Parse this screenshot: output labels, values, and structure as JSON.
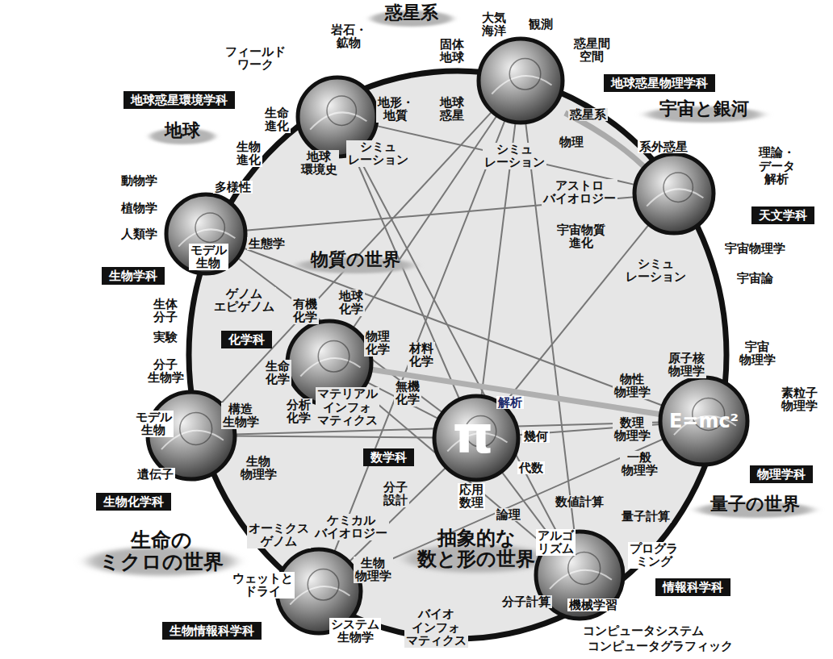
{
  "diagram": {
    "nodes": [
      {
        "text": [
          "惑星系"
        ]
      },
      {
        "text": [
          "地球惑星環境学科"
        ]
      },
      {
        "text": [
          "地球惑星物理学科"
        ]
      },
      {
        "text": [
          "宇宙と銀河"
        ]
      },
      {
        "text": [
          "地球"
        ]
      },
      {
        "text": [
          "天文学科"
        ]
      },
      {
        "text": [
          "生物学科"
        ]
      },
      {
        "text": [
          "物質の世界"
        ]
      },
      {
        "text": [
          "化学科"
        ]
      },
      {
        "text": [
          "物理学科",
          "E=mc²"
        ]
      },
      {
        "text": [
          "生物化学科"
        ]
      },
      {
        "text": [
          "数学科",
          "π",
          "解析",
          "幾何",
          "代数",
          "応用 数理"
        ]
      },
      {
        "text": [
          "量子の世界"
        ]
      },
      {
        "text": [
          "生命の ミクロの世界"
        ]
      },
      {
        "text": [
          "抽象的な 数と形の世界"
        ]
      },
      {
        "text": [
          "生物情報科学科"
        ]
      },
      {
        "text": [
          "情報科学科"
        ]
      }
    ],
    "edges": [
      {
        "from": 1,
        "to": 11,
        "arrow": "none"
      },
      {
        "from": 2,
        "to": 11,
        "arrow": "none"
      },
      {
        "from": 5,
        "to": 11,
        "arrow": "none"
      },
      {
        "from": 6,
        "to": 11,
        "arrow": "none"
      },
      {
        "from": 8,
        "to": 11,
        "arrow": "none"
      },
      {
        "from": 9,
        "to": 11,
        "arrow": "none"
      },
      {
        "from": 10,
        "to": 11,
        "arrow": "none"
      },
      {
        "from": 15,
        "to": 11,
        "arrow": "none"
      },
      {
        "from": 16,
        "to": 11,
        "arrow": "none"
      },
      {
        "from": 1,
        "to": 16,
        "arrow": "none"
      },
      {
        "from": 2,
        "to": 15,
        "arrow": "none"
      },
      {
        "from": 2,
        "to": 16,
        "arrow": "none"
      },
      {
        "from": 2,
        "to": 8,
        "arrow": "none"
      },
      {
        "from": 6,
        "to": 5,
        "arrow": "none"
      },
      {
        "from": 6,
        "to": 9,
        "arrow": "none"
      },
      {
        "from": 8,
        "to": 9,
        "arrow": "none"
      },
      {
        "from": 10,
        "to": 9,
        "arrow": "none"
      },
      {
        "from": 8,
        "to": 16,
        "arrow": "none"
      },
      {
        "from": 15,
        "to": 9,
        "arrow": "none"
      },
      {
        "from": 1,
        "to": 5,
        "arrow": "none"
      },
      {
        "from": 10,
        "to": 2,
        "arrow": "none"
      }
    ],
    "labels": [
      "フィールド ワーク",
      "岩石・ 鉱物",
      "大気 海洋",
      "観測",
      "固体 地球",
      "惑星間 空間",
      "地形・ 地質",
      "地球 惑星",
      "惑星系",
      "生命 進化",
      "生物 進化",
      "地球 環境史",
      "シミュ レーション",
      "シミュ レーション",
      "物理",
      "系外惑星",
      "理論・ データ 解析",
      "動物学",
      "多様性",
      "アストロ バイオロジー",
      "植物学",
      "人類学",
      "宇宙物質 進化",
      "生態学",
      "モデル 生物",
      "宇宙物理学",
      "シミュ レーション",
      "宇宙論",
      "ゲノム エピゲノム",
      "有機 化学",
      "地球 化学",
      "生体 分子",
      "実験",
      "物理 化学",
      "材料 化学",
      "宇宙 物理学",
      "原子核 物理学",
      "分子 生物学",
      "生命 化学",
      "物性 物理学",
      "無機 化学",
      "素粒子 物理学",
      "マテリアル インフォ マティクス",
      "分析 化学",
      "構造 生物学",
      "モデル 生物",
      "数理 物理学",
      "一般 物理学",
      "生物 物理学",
      "遺伝子",
      "分子 設計",
      "数値計算",
      "論理",
      "量子計算",
      "ケミカル バイオロジー",
      "オーミクス ゲノム",
      "アルゴ リズム",
      "プログラ ミング",
      "生物 物理学",
      "ウェットと ドライ",
      "分子計算",
      "機械学習",
      "システム 生物学",
      "バイオ インフォ マティクス",
      "コンピュータシステム",
      "コンピュータグラフィック"
    ]
  }
}
